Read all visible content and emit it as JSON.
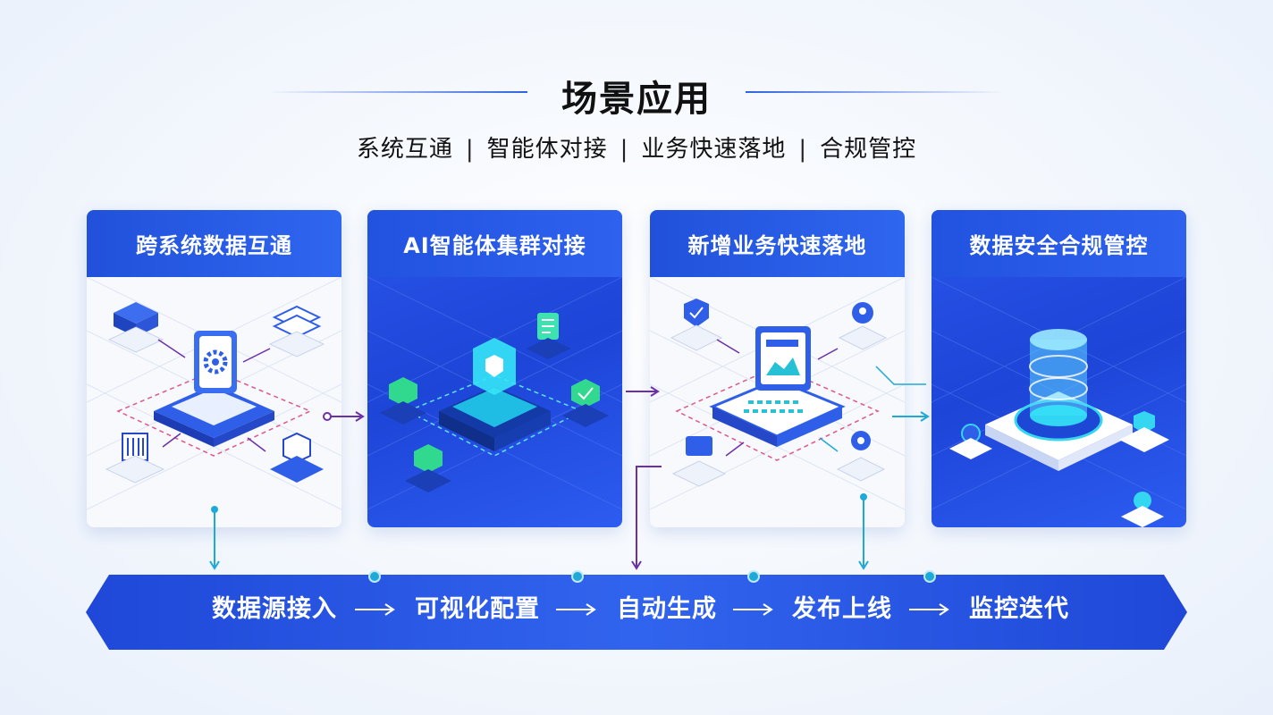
{
  "header": {
    "title": "场景应用",
    "subtitle_items": [
      "系统互通",
      "智能体对接",
      "业务快速落地",
      "合规管控"
    ],
    "separator": "|"
  },
  "cards": [
    {
      "title": "跨系统数据互通",
      "style": "light"
    },
    {
      "title": "AI智能体集群对接",
      "style": "dark"
    },
    {
      "title": "新增业务快速落地",
      "style": "light"
    },
    {
      "title": "数据安全合规管控",
      "style": "dark"
    }
  ],
  "flow": {
    "steps": [
      "数据源接入",
      "可视化配置",
      "自动生成",
      "发布上线",
      "监控迭代"
    ],
    "arrow": "⟶"
  },
  "colors": {
    "primary_blue": "#2151db",
    "accent_cyan": "#1ea9d8",
    "connector_purple": "#6b2fa8"
  },
  "icons": {
    "card1": [
      "database-stack-icon",
      "gear-hub-icon",
      "document-server-icon",
      "building-icon",
      "cube-icon"
    ],
    "card2": [
      "shield-chip-icon",
      "leaf-node-icon",
      "document-node-icon",
      "check-node-icon",
      "server-node-icon"
    ],
    "card3": [
      "document-screen-icon",
      "keyboard-icon",
      "shield-node-icon",
      "location-node-icon",
      "server-node-icon",
      "gear-node-icon"
    ],
    "card4": [
      "database-cylinder-icon",
      "shield-node-icon",
      "lock-node-icon",
      "gear-node-icon",
      "document-node-icon"
    ]
  }
}
